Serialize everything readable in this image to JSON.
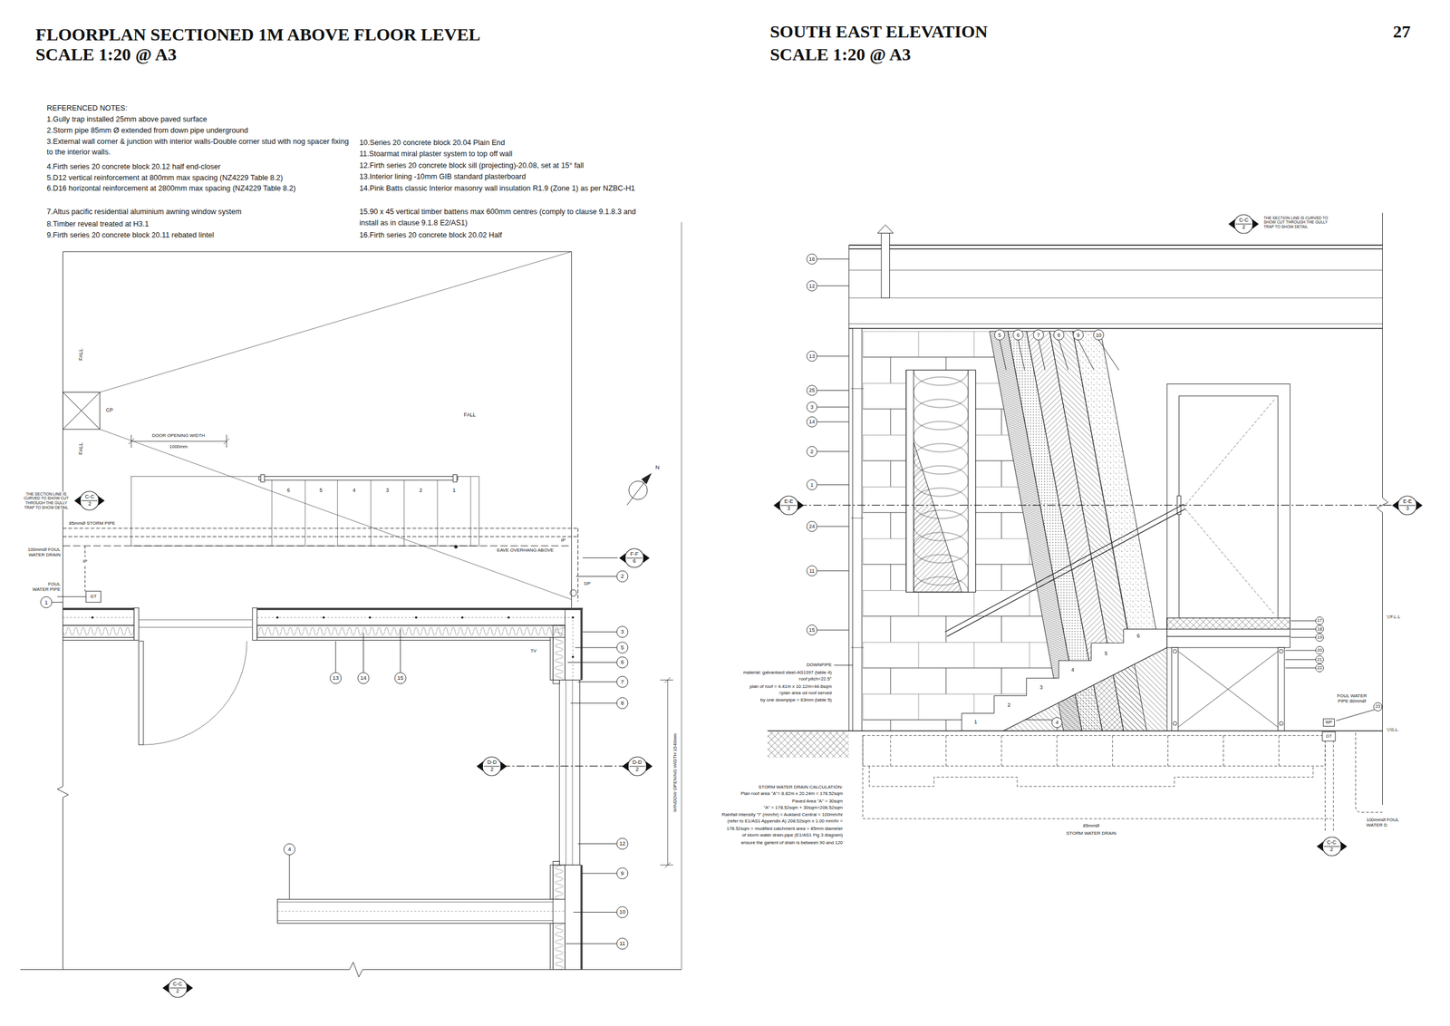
{
  "diagram": {
    "title": "FLOORPLAN SECTIONED 1M ABOVE FLOOR LEVEL",
    "nodes": [
      {
        "text": [
          "C-C",
          "2"
        ]
      },
      {
        "text": [
          "F-F",
          "6"
        ]
      },
      {
        "text": [
          "D-D",
          "2"
        ]
      },
      {
        "text": [
          "D-D",
          "2"
        ]
      },
      {
        "text": [
          "C-C",
          "2"
        ]
      },
      {
        "text": [
          "C-C",
          "2"
        ]
      },
      {
        "text": [
          "E-E",
          "3"
        ]
      },
      {
        "text": [
          "E-E",
          "3"
        ]
      },
      {
        "text": [
          "C-C",
          "2"
        ]
      }
    ],
    "edges": [
      {
        "from": 2,
        "to": 3,
        "arrow": "none"
      },
      {
        "from": 6,
        "to": 7,
        "arrow": "none"
      }
    ],
    "labels": [
      "SCALE 1:20 @ A3",
      "SOUTH EAST ELEVATION",
      "SCALE 1:20 @ A3",
      "27",
      "REFERENCED NOTES:",
      "1.Gully trap installed 25mm above paved surface",
      "2.Storm pipe 85mm Ø extended from down pipe underground",
      "3.External wall corner & junction with interior walls-Double corner stud with nog spacer fixing to the interior walls.",
      "4.Firth series 20 concrete block 20.12 half end-closer",
      "5.D12 vertical reinforcement at 800mm max spacing (NZ4229 Table 8.2)",
      "6.D16 horizontal reinforcement at 2800mm max spacing (NZ4229 Table 8.2)",
      "7.Altus pacific residential aluminium awning window system",
      "8.Timber reveal treated at H3.1",
      "9.Firth series 20 concrete block 20.11 rebated lintel",
      "10.Series 20 concrete block 20.04 Plain End",
      "11.Stoarmat miral plaster system to top off wall",
      "12.Firth series 20 concrete block sill (projecting)-20.08, set at 15° fall",
      "13.Interior lining -10mm GIB standard plasterboard",
      "14.Pink Batts classic Interior masonry wall insulation R1.9 (Zone 1) as per NZBC-H1",
      "15.90 x 45 vertical timber battens max 600mm centres (comply to clause 9.1.8.3 and install as in clause 9.1.8 E2/AS1)",
      "16.Firth series 20 concrete block 20.02 Half",
      "FALL",
      "FALL",
      "CP",
      "FALL",
      "DOOR OPENING WIDTH",
      "1000mm",
      "6",
      "5",
      "4",
      "3",
      "2",
      "1",
      "THE SECTION LINE IS CURVED TO SHOW CUT THROUGH THE GULLY TRAP TO SHOW DETAIL",
      "85mmØ STORM PIPE",
      "100mmØ FOUL WATER DRAIN",
      "IP",
      "FOUL WATER PIPE",
      "GT",
      "1",
      "EAVE OVERHANG ABOVE",
      "IP",
      "2",
      "DP",
      "TV",
      "3",
      "5",
      "6",
      "7",
      "8",
      "13",
      "14",
      "15",
      "WINDOW OPENING WIDTH 1540mm",
      "12",
      "9",
      "4",
      "10",
      "11",
      "N",
      "THE SECTION LINE IS CURVED TO SHOW CUT THROUGH THE GULLY TRAP TO SHOW DETAIL",
      "16",
      "12",
      "5",
      "6",
      "7",
      "8",
      "9",
      "10",
      "13",
      "25",
      "3",
      "14",
      "2",
      "1",
      "24",
      "11",
      "15",
      "6",
      "5",
      "4",
      "3",
      "2",
      "1",
      "4",
      "17",
      "18",
      "19",
      "20",
      "21",
      "22",
      "▽F.L.L",
      "FOUL WATER PIPE 80mmØ",
      "23",
      "WP",
      "GT",
      "▽G.L.",
      "DOWNPIPE",
      "material: galvanised steel-AS1397 (table 4)",
      "roof pitch=22.5°",
      "plan of roof = 4.41m x 10.12m=44.6sqm",
      "=plan area od roof served",
      "by one downpipe = 63mm (table 5)",
      "STORM WATER DRAIN CALCULATION:",
      "Plan roof area \"A\"= 8.82m x 20.24m = 178.52sqm",
      "Paved Area \"A\" = 30sqm",
      "\"A\" = 178.52sqm + 30sqm=208.52sqm",
      "Rainfall intensity \"I\" (mm/hr) = Aukland Central = 100mm/hr",
      "(refer to E1/AS1 Appendix A) 208.52sqm x 1.00 mm/hr =",
      "178.52sqm = modified catchment area = 85mm diameter",
      "of storm water drain-pipe (E1/AS1 Fig 3 diagram)",
      "ensure the garient of drain is between 90 and 120",
      "85mmØ",
      "STORM WATER DRAIN",
      "100mmØ FOUL WATER D"
    ]
  }
}
